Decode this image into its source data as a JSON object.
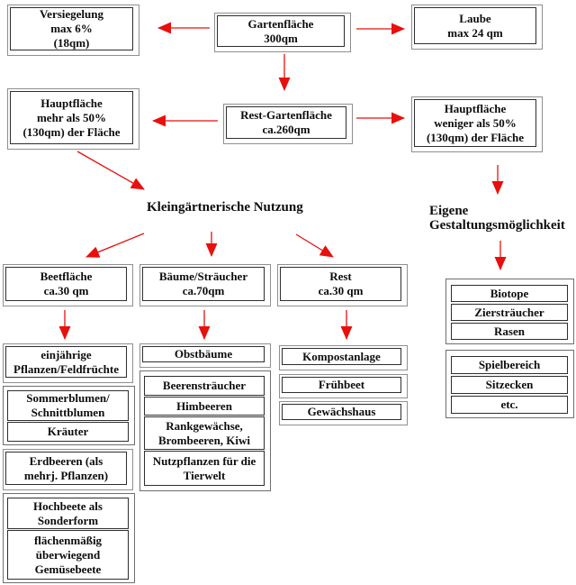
{
  "diagram": {
    "title_semantic": "Kleingarten Flaechenaufteilung Flussdiagramm",
    "colors": {
      "arrow": "#e8100c",
      "border_dark": "#2e2e2e",
      "border_gray": "#8f8f8f",
      "border_group": "#6e6e6e",
      "text": "#0d0d0d",
      "background": "#ffffff"
    },
    "nodes": {
      "versiegelung": {
        "lines": [
          "Versiegelung",
          "max 6%",
          "(18qm)"
        ]
      },
      "gartenflaeche": {
        "lines": [
          "Gartenfläche",
          "300qm"
        ]
      },
      "laube": {
        "lines": [
          "Laube",
          "max 24 qm"
        ]
      },
      "hauptflaeche_links": {
        "lines": [
          "Hauptfläche",
          "mehr als 50%",
          "(130qm) der Fläche"
        ]
      },
      "rest_gartenflaeche": {
        "lines": [
          "Rest-Gartenfläche",
          "ca.260qm"
        ]
      },
      "hauptflaeche_rechts": {
        "lines": [
          "Hauptfläche",
          "weniger als 50%",
          "(130qm) der Fläche"
        ]
      },
      "nutzung_label": "Kleingärtnerische Nutzung",
      "eigene_label": {
        "lines": [
          "Eigene",
          "Gestaltungsmöglichkeit"
        ]
      },
      "beetflaeche": {
        "lines": [
          "Beetfläche",
          "ca.30 qm"
        ]
      },
      "baeume_straeucher": {
        "lines": [
          "Bäume/Sträucher",
          "ca.70qm"
        ]
      },
      "rest": {
        "lines": [
          "Rest",
          "ca.30 qm"
        ]
      },
      "einjaehrige": {
        "lines": [
          "einjährige",
          "Pflanzen/Feldfrüchte"
        ]
      },
      "sommerblumen": {
        "lines": [
          "Sommerblumen/",
          "Schnittblumen"
        ]
      },
      "kraeuter": "Kräuter",
      "erdbeeren": {
        "lines": [
          "Erdbeeren (als",
          "mehrj. Pflanzen)"
        ]
      },
      "hochbeete": {
        "lines": [
          "Hochbeete als",
          "Sonderform"
        ]
      },
      "gemuesebeete": {
        "lines": [
          "flächenmäßig",
          "überwiegend",
          "Gemüsebeete"
        ]
      },
      "obstbaeume": "Obstbäume",
      "beerenstraeucher": "Beerensträucher",
      "himbeeren": "Himbeeren",
      "rankgewaechse": {
        "lines": [
          "Rankgewächse,",
          "Brombeeren, Kiwi"
        ]
      },
      "nutzpflanzen": {
        "lines": [
          "Nutzpflanzen für die",
          "Tierwelt"
        ]
      },
      "kompostanlage": "Kompostanlage",
      "fruehbeet": "Frühbeet",
      "gewaechshaus": "Gewächshaus",
      "biotope": "Biotope",
      "zierstraeucher": "Ziersträucher",
      "rasen": "Rasen",
      "spielbereich": "Spielbereich",
      "sitzecken": "Sitzecken",
      "etc": "etc."
    }
  }
}
